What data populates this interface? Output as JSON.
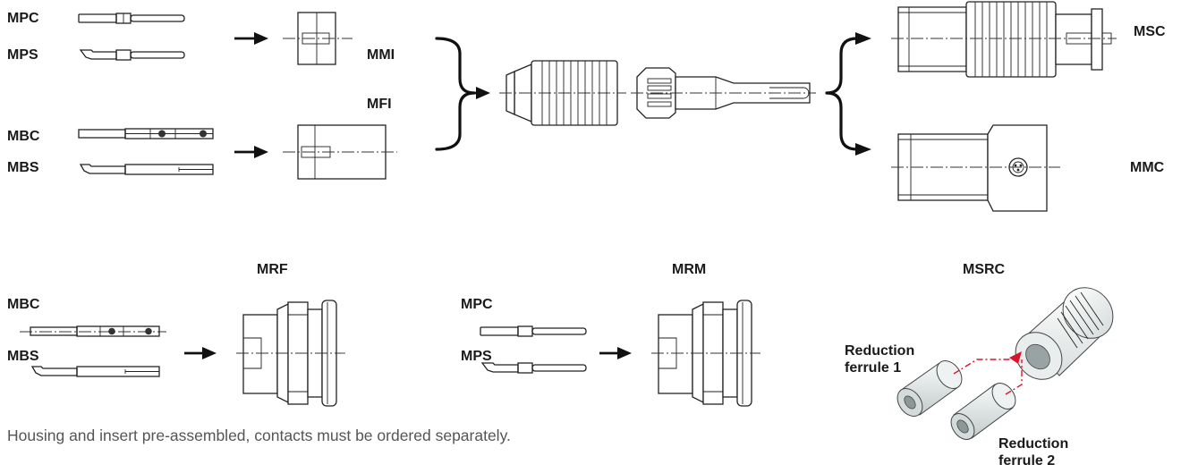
{
  "labels": {
    "mpc_top": "MPC",
    "mps_top": "MPS",
    "mbc_top": "MBC",
    "mbs_top": "MBS",
    "mmi": "MMI",
    "mfi": "MFI",
    "msc": "MSC",
    "mmc": "MMC",
    "mrf": "MRF",
    "mrm": "MRM",
    "msrc": "MSRC",
    "mbc_bottom": "MBC",
    "mbs_bottom": "MBS",
    "mpc_bottom": "MPC",
    "mps_bottom": "MPS",
    "reduction_ferrule_1_line1": "Reduction",
    "reduction_ferrule_1_line2": "ferrule 1",
    "reduction_ferrule_2_line1": "Reduction",
    "reduction_ferrule_2_line2": "ferrule 2"
  },
  "note": "Housing and insert pre-assembled, contacts must be ordered separately.",
  "colors": {
    "line": "#222222",
    "label": "#1a1a1a",
    "note": "#555555",
    "red_path": "#d8152b",
    "ferrule_fill": "#e4e8e8"
  }
}
